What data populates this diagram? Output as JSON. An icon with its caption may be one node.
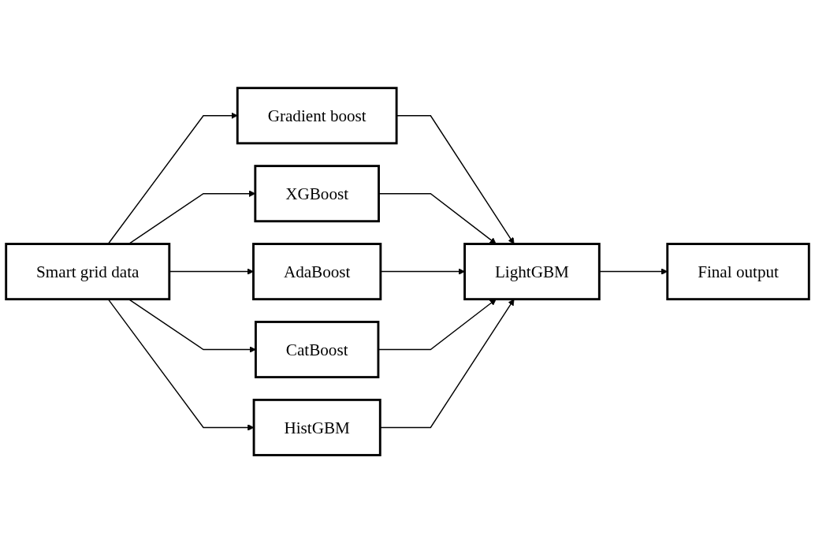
{
  "diagram": {
    "nodes": [
      {
        "text": [
          "Smart grid data"
        ]
      },
      {
        "text": [
          "Gradient boost"
        ]
      },
      {
        "text": [
          "XGBoost"
        ]
      },
      {
        "text": [
          "AdaBoost"
        ]
      },
      {
        "text": [
          "CatBoost"
        ]
      },
      {
        "text": [
          "HistGBM"
        ]
      },
      {
        "text": [
          "LightGBM"
        ]
      },
      {
        "text": [
          "Final output"
        ]
      }
    ],
    "edges": [
      {
        "from": 0,
        "to": 1,
        "arrow": "to"
      },
      {
        "from": 0,
        "to": 2,
        "arrow": "to"
      },
      {
        "from": 0,
        "to": 3,
        "arrow": "to"
      },
      {
        "from": 0,
        "to": 4,
        "arrow": "to"
      },
      {
        "from": 0,
        "to": 5,
        "arrow": "to"
      },
      {
        "from": 1,
        "to": 6,
        "arrow": "to"
      },
      {
        "from": 2,
        "to": 6,
        "arrow": "to"
      },
      {
        "from": 3,
        "to": 6,
        "arrow": "to"
      },
      {
        "from": 4,
        "to": 6,
        "arrow": "to"
      },
      {
        "from": 5,
        "to": 6,
        "arrow": "to"
      },
      {
        "from": 6,
        "to": 7,
        "arrow": "to"
      }
    ]
  }
}
